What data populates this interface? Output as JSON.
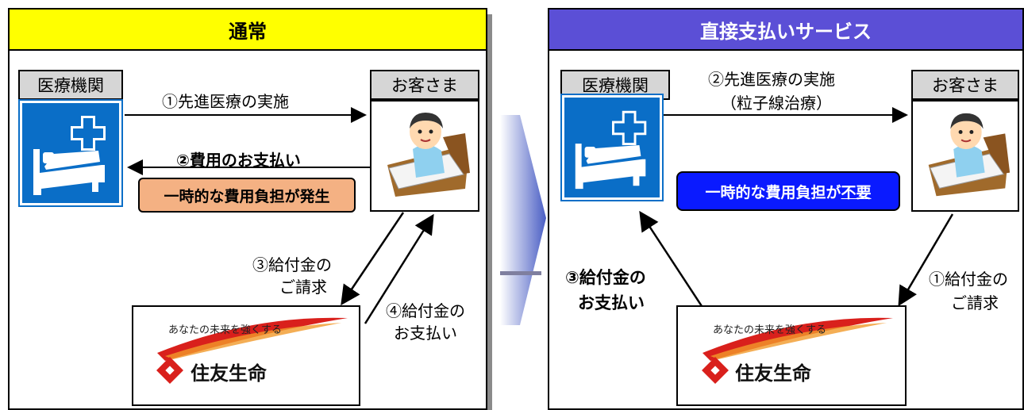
{
  "colors": {
    "left_header_bg": "#ffff00",
    "right_header_bg": "#5b4fd6",
    "right_header_text": "#ffffff",
    "hospital_blue": "#0a6ec7",
    "burden_pill_bg": "#f4b183",
    "no_burden_pill_bg": "#0a1aff",
    "logo_red": "#d9201c"
  },
  "left_panel": {
    "title": "通常",
    "hospital_label": "医療機関",
    "customer_label": "お客さま",
    "arrow1_label": "①先進医療の実施",
    "arrow2_label": "②費用のお支払い",
    "burden_label": "一時的な費用負担が発生",
    "arrow3_label_line1": "③給付金の",
    "arrow3_label_line2": "ご請求",
    "arrow4_label_line1": "④給付金の",
    "arrow4_label_line2": "お支払い"
  },
  "right_panel": {
    "title": "直接支払いサービス",
    "hospital_label": "医療機関",
    "customer_label": "お客さま",
    "arrow2_label_line1": "②先進医療の実施",
    "arrow2_label_line2": "（粒子線治療）",
    "no_burden_label_prefix": "一時的な費用負担が",
    "no_burden_label_emph": "不要",
    "arrow3_label_line1": "③給付金の",
    "arrow3_label_line2": "お支払い",
    "arrow1_label_line1": "①給付金の",
    "arrow1_label_line2": "ご請求"
  },
  "insurer": {
    "slogan": "あなたの未来を強くする",
    "name": "住友生命"
  },
  "icons": {
    "hospital": "hospital-bed-cross-icon",
    "customer": "patient-in-bed-icon",
    "logo": "sumitomo-life-logo-icon",
    "transition": "transition-arrow-icon"
  }
}
